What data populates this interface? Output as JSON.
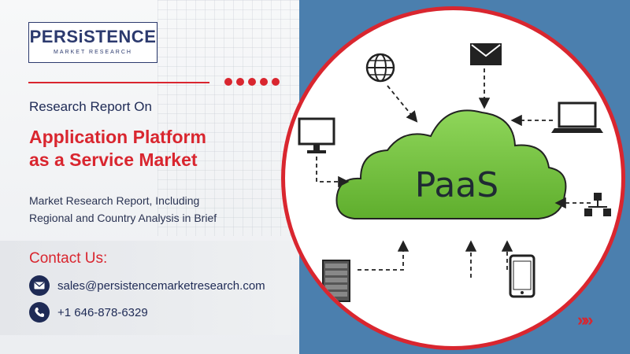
{
  "brand": {
    "name": "PERSiSTENCE",
    "tagline": "MARKET RESEARCH"
  },
  "report": {
    "kicker": "Research Report On",
    "title_line1": "Application Platform",
    "title_line2": "as a Service Market",
    "subtitle_line1": "Market Research Report, Including",
    "subtitle_line2": "Regional and Country Analysis in Brief"
  },
  "contact": {
    "heading": "Contact Us:",
    "email": "sales@persistencemarketresearch.com",
    "phone": "+1 646-878-6329",
    "email_icon": "envelope-icon",
    "phone_icon": "phone-icon"
  },
  "illustration": {
    "center_label": "PaaS",
    "icons": [
      "globe-icon",
      "mail-icon",
      "laptop-icon",
      "desktop-icon",
      "network-icon",
      "server-icon",
      "smartphone-icon",
      "cloud-icon"
    ]
  },
  "colors": {
    "accent_red": "#d9262f",
    "navy": "#1e2a55",
    "steel_blue": "#4b7fae",
    "cloud_green": "#7ac943"
  },
  "decor": {
    "chevrons": "»»"
  }
}
